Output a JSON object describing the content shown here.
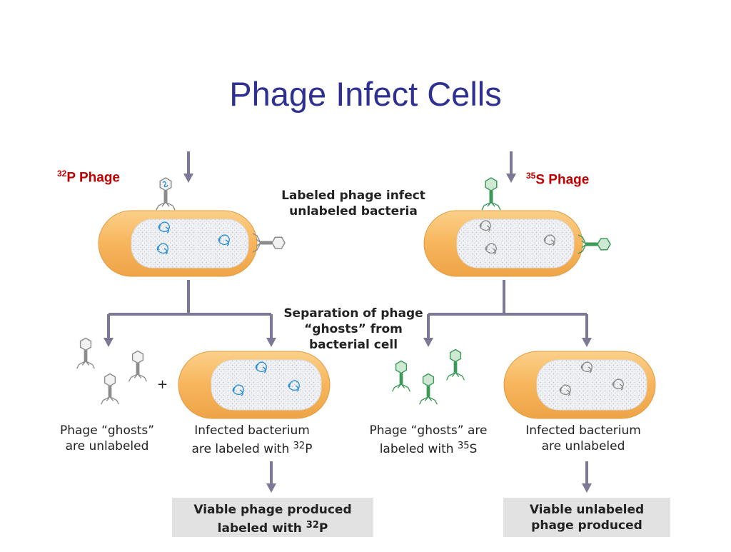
{
  "title": "Phage Infect Cells",
  "left_label": {
    "iso": "32",
    "text": "P Phage"
  },
  "right_label": {
    "iso": "35",
    "text": "S Phage"
  },
  "step1": {
    "line1": "Labeled phage infect",
    "line2": "unlabeled bacteria"
  },
  "step2": {
    "line1": "Separation of phage",
    "line2": "“ghosts” from",
    "line3": "bacterial cell"
  },
  "plus": "+",
  "captions": {
    "ghosts_left": {
      "line1": "Phage “ghosts”",
      "line2": "are unlabeled"
    },
    "infected_left": {
      "line1": "Infected bacterium",
      "line2": "are labeled with ",
      "iso": "32",
      "elem": "P"
    },
    "ghosts_right": {
      "line1": "Phage “ghosts” are",
      "line2": "labeled with ",
      "iso": "35",
      "elem": "S"
    },
    "infected_right": {
      "line1": "Infected bacterium",
      "line2": "are unlabeled"
    }
  },
  "results": {
    "left": {
      "line1": "Viable phage produced",
      "line2": "labeled with ",
      "iso": "32",
      "elem": "P"
    },
    "right": {
      "line1": "Viable unlabeled",
      "line2": "phage produced"
    }
  },
  "colors": {
    "title": "#2e3192",
    "label_red": "#c00000",
    "arrow": "#7d7895",
    "cell_outer": "#f7b55c",
    "cell_inner": "#eef0f3",
    "dna_blue": "#2b8fd6",
    "phage_green": "#3a9a58",
    "phage_gray": "#9a9a9a",
    "result_box": "#e2e2e2"
  }
}
